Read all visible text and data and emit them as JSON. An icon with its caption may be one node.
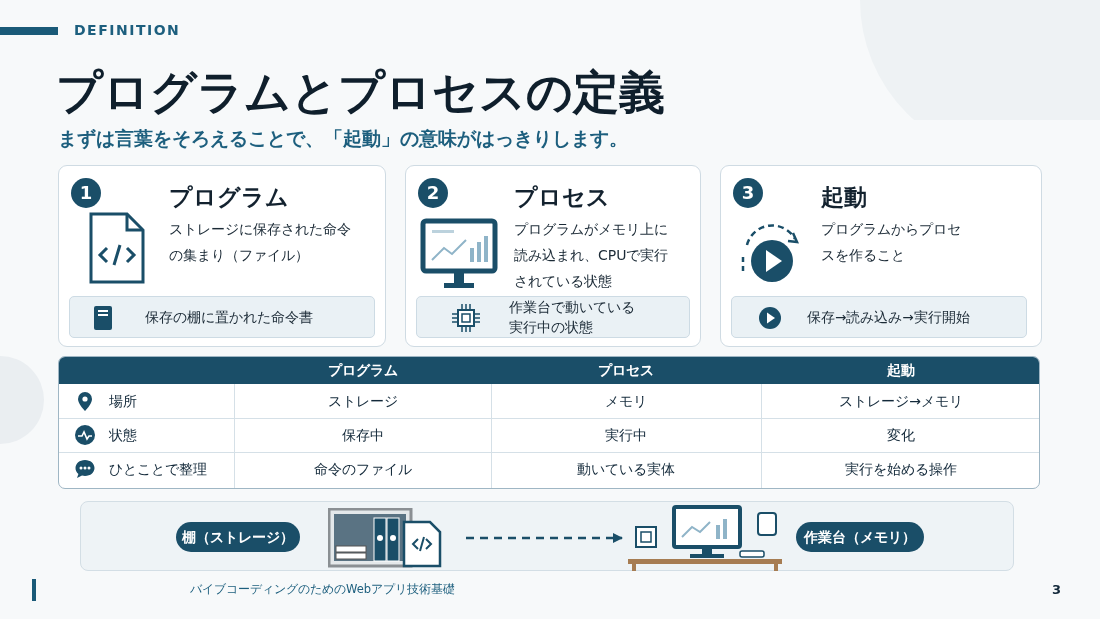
{
  "diagram": {
    "title": "プログラムとプロセスの定義",
    "nodes": [
      {
        "text": [
          "1",
          "プログラム",
          "ストレージに保存された命令の集まり（ファイル）"
        ]
      },
      {
        "text": [
          "保存の棚に置かれた命令書"
        ],
        "in": 0
      },
      {
        "text": [
          "2",
          "プロセス",
          "プログラムがメモリ上に読み込まれ、CPUで実行されている状態"
        ]
      },
      {
        "text": [
          "作業台で動いている実行中の状態"
        ],
        "in": 2
      },
      {
        "text": [
          "3",
          "起動",
          "プログラムからプロセスを作ること"
        ]
      },
      {
        "text": [
          "保存→読み込み→実行開始"
        ],
        "in": 4
      },
      {
        "text": [
          "棚（ストレージ）"
        ]
      },
      {
        "text": [],
        "shape": "picture"
      },
      {
        "text": [],
        "shape": "picture"
      },
      {
        "text": [
          "作業台（メモリ）"
        ]
      }
    ],
    "edges": [
      {
        "from": 7,
        "to": 8,
        "arrow": "to",
        "style": "dashed"
      }
    ],
    "labels": [
      "DEFINITION",
      "まずは言葉をそろえることで、「起動」の意味がはっきりします。",
      "プログラム",
      "プロセス",
      "起動",
      "場所",
      "ストレージ",
      "メモリ",
      "ストレージ→メモリ",
      "状態",
      "保存中",
      "実行中",
      "変化",
      "ひとことで整理",
      "命令のファイル",
      "動いている実体",
      "実行を始める操作",
      "バイブコーディングのためのWebアプリ技術基礎",
      "3"
    ]
  }
}
